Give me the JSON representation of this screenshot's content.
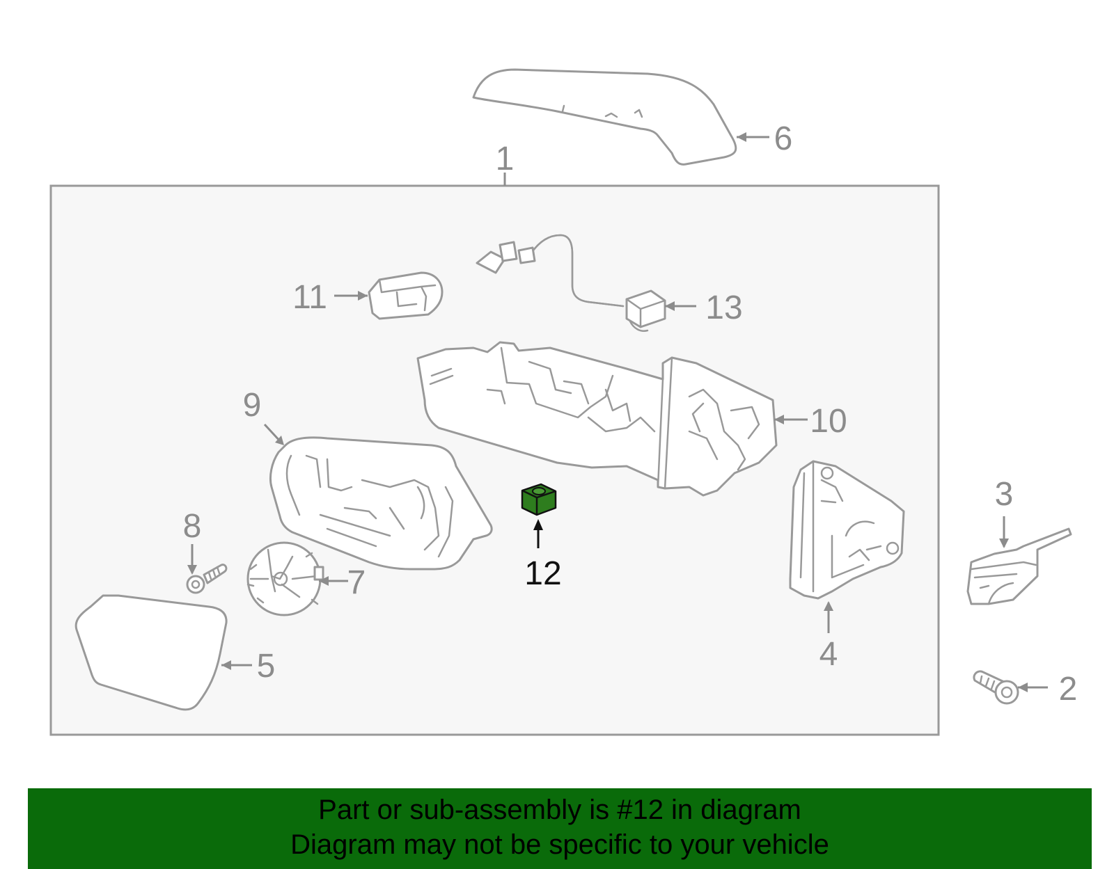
{
  "diagram": {
    "callouts": [
      "1",
      "2",
      "3",
      "4",
      "5",
      "6",
      "7",
      "8",
      "9",
      "10",
      "11",
      "12",
      "13"
    ],
    "highlighted_part": "12",
    "highlight_color": "#2e7d1e",
    "box_fill": "#f7f7f7",
    "line_color": "#999999"
  },
  "banner": {
    "line1": "Part or sub-assembly is #12 in diagram",
    "line2": "Diagram may not be specific to your vehicle",
    "background": "#0a6b0a"
  }
}
